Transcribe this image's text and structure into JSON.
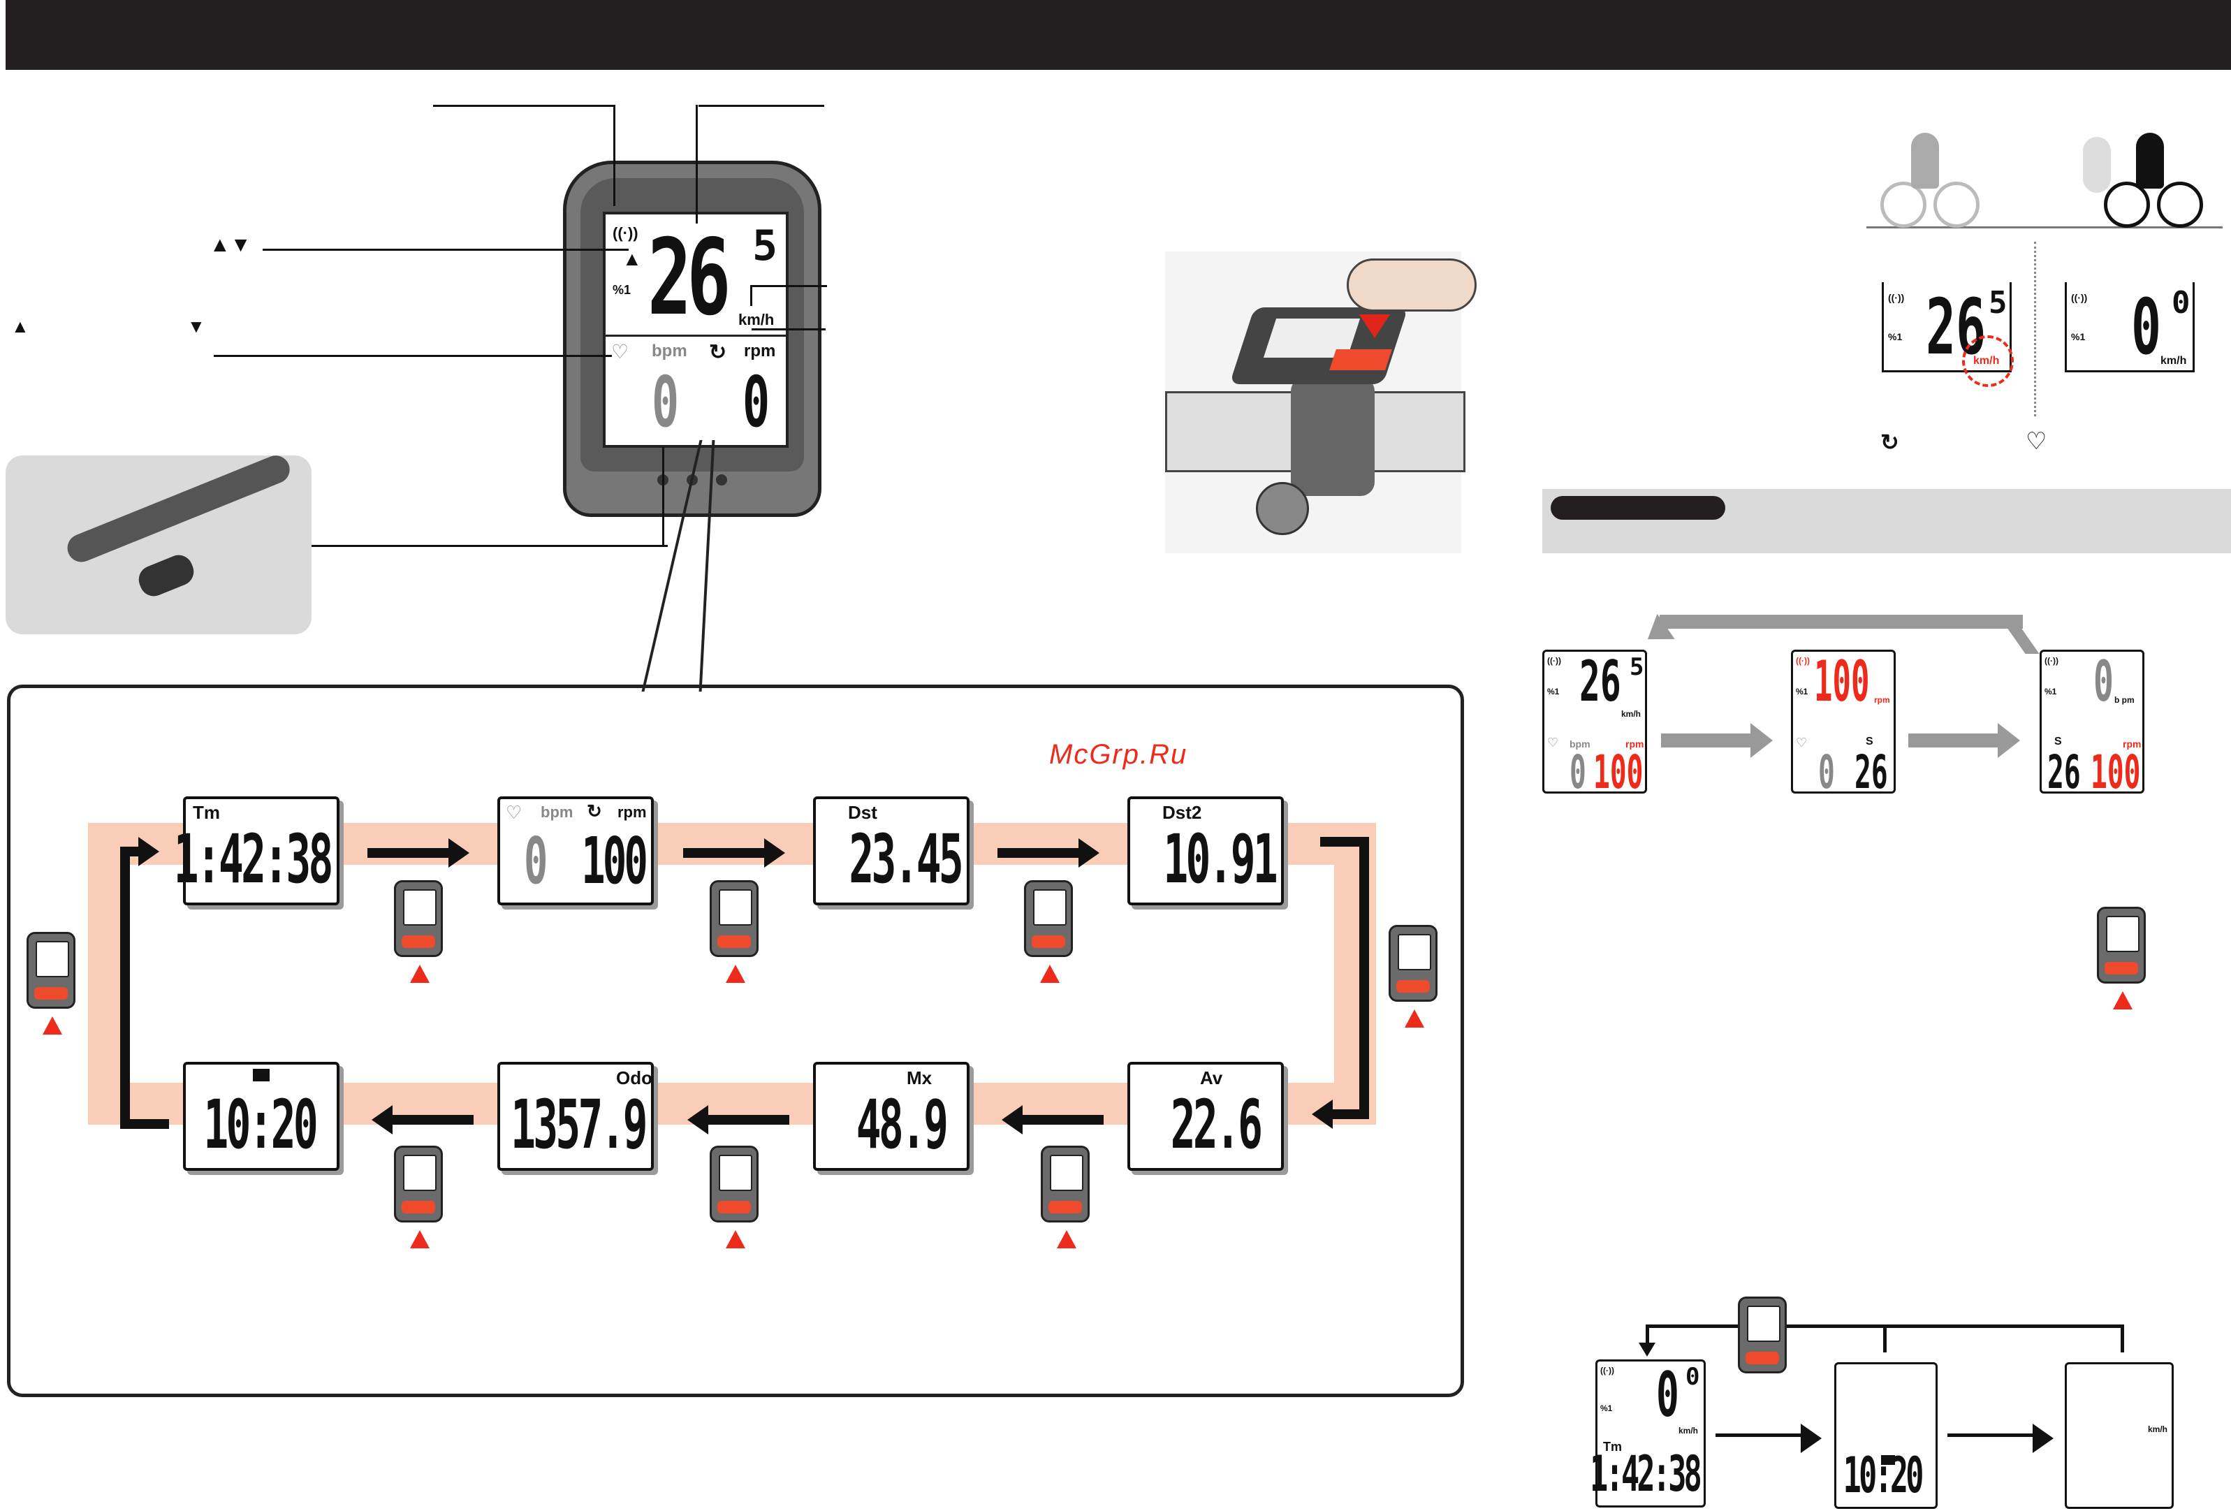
{
  "watermark": "McGrp.Ru",
  "colors": {
    "accent": "#ee2a1b",
    "track": "#f9cdb8",
    "dark": "#231f20",
    "panel": "#dadada"
  },
  "main_display": {
    "speed": "26",
    "speed_decimal": "5",
    "unit": "km/h",
    "bpm_label": "bpm",
    "bpm_value": "0",
    "rpm_label": "rpm",
    "rpm_value": "0",
    "arrows": "▲▼",
    "up": "▲",
    "down": "▼",
    "pace_arrow": "▲"
  },
  "cycle": [
    {
      "label": "Tm",
      "value": "1:42:38"
    },
    {
      "label": "bpm",
      "label2": "rpm",
      "value": "0",
      "value2": "100"
    },
    {
      "label": "Dst",
      "value": "23.45"
    },
    {
      "label": "Dst2",
      "value": "10.91"
    },
    {
      "label": "Av",
      "value": "22.6"
    },
    {
      "label": "Mx",
      "value": "48.9"
    },
    {
      "label": "Odo",
      "value": "1357.9"
    },
    {
      "label": "",
      "value": "10:20"
    }
  ],
  "right_top": {
    "screen1": {
      "speed": "26",
      "decimal": "5",
      "unit": "km/h"
    },
    "screen2": {
      "speed": "0",
      "decimal": "0",
      "unit": "km/h"
    }
  },
  "right_flow": [
    {
      "top": "26",
      "top_dec": "5",
      "unit": "km/h",
      "bpm_label": "bpm",
      "rpm_label": "rpm",
      "left": "0",
      "right": "100"
    },
    {
      "top": "100",
      "unit": "rpm",
      "label": "S",
      "left": "0",
      "right": "26"
    },
    {
      "top": "0",
      "unit": "b pm",
      "label": "S",
      "label2": "rpm",
      "left": "26",
      "right": "100"
    }
  ],
  "bottom_flow": [
    {
      "top": "0",
      "top_dec": "0",
      "unit": "km/h",
      "label": "Tm",
      "value": "1:42:38"
    },
    {
      "value": "10:20"
    },
    {
      "unit": "km/h"
    }
  ]
}
